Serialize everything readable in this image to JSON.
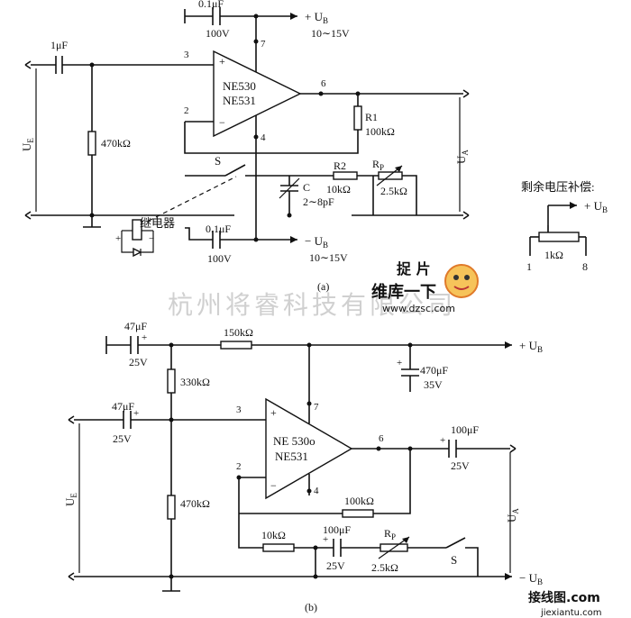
{
  "circuit_a": {
    "caption": "(a)",
    "opamp_name1": "NE530",
    "opamp_name2": "NE531",
    "pin_plus": "+",
    "pin_minus": "−",
    "pin3": "3",
    "pin2": "2",
    "pin7": "7",
    "pin4": "4",
    "pin6": "6",
    "cap_top_value": "0.1μF",
    "cap_top_voltage": "100V",
    "supply_pos": "+ U",
    "supply_pos_sub": "B",
    "supply_pos_range": "10∼15V",
    "cap_in": "1μF",
    "res_in": "470kΩ",
    "input_label": "U",
    "input_sub": "E",
    "output_label": "U",
    "output_sub": "A",
    "r1_name": "R1",
    "r1_value": "100kΩ",
    "switch": "S",
    "r2_name": "R2",
    "r2_value": "10kΩ",
    "rp_name": "R",
    "rp_sub": "P",
    "rp_value": "2.5kΩ",
    "cvar_name": "C",
    "cvar_value": "2∼8pF",
    "relay": "继电器",
    "cap_bottom_value": "0.1μF",
    "cap_bottom_voltage": "100V",
    "supply_neg": "− U",
    "supply_neg_sub": "B",
    "supply_neg_range": "10∼15V"
  },
  "offset_comp": {
    "title": "剩余电压补偿:",
    "supply": "+ U",
    "supply_sub": "B",
    "pot_value": "1kΩ",
    "pin_left": "1",
    "pin_right": "8"
  },
  "circuit_b": {
    "caption": "(b)",
    "opamp_name1": "NE 530o",
    "opamp_name2": "NE531",
    "pin_plus": "+",
    "pin_minus": "−",
    "pin3": "3",
    "pin2": "2",
    "pin7": "7",
    "pin4": "4",
    "pin6": "6",
    "cap_top_value": "47μF",
    "cap_top_voltage": "25V",
    "cap_top_pol": "+",
    "res_top": "150kΩ",
    "supply_pos": "+ U",
    "supply_pos_sub": "B",
    "cap_supply_value": "470μF",
    "cap_supply_voltage": "35V",
    "cap_supply_pol": "+",
    "res_330": "330kΩ",
    "cap_in_value": "47μF",
    "cap_in_voltage": "25V",
    "cap_in_pol": "+",
    "input_label": "U",
    "input_sub": "E",
    "res_470": "470kΩ",
    "res_fb": "100kΩ",
    "res_10k": "10kΩ",
    "cap_mid_value": "100μF",
    "cap_mid_voltage": "25V",
    "cap_mid_pol": "+",
    "rp_name": "R",
    "rp_sub": "P",
    "rp_value": "2.5kΩ",
    "switch": "S",
    "cap_out_value": "100μF",
    "cap_out_voltage": "25V",
    "cap_out_pol": "+",
    "output_label": "U",
    "output_sub": "A",
    "supply_neg": "− U",
    "supply_neg_sub": "B"
  },
  "watermarks": {
    "company": "杭州将睿科技有限公司",
    "site_logo": "维库一下",
    "site_logo_top": "捉 片",
    "site_url": "www.dzsc.com",
    "bottom_logo": "接线图.com",
    "bottom_url": "jiexiantu.com"
  }
}
